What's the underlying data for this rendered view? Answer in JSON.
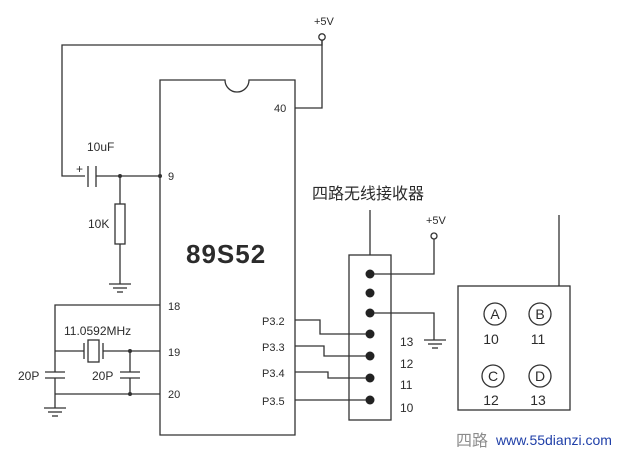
{
  "supply": {
    "top": "+5V",
    "receiver": "+5V"
  },
  "chip": {
    "name": "89S52",
    "pins": {
      "p40": "40",
      "p9": "9",
      "p18": "18",
      "p19": "19",
      "p20": "20",
      "p32": "P3.2",
      "p33": "P3.3",
      "p34": "P3.4",
      "p35": "P3.5"
    }
  },
  "components": {
    "cap_reset": "10uF",
    "cap_polarity": "+",
    "res_reset": "10K",
    "crystal": "11.0592MHz",
    "cap_left": "20P",
    "cap_right": "20P"
  },
  "receiver": {
    "title": "四路无线接收器",
    "pins": [
      "13",
      "12",
      "11",
      "10"
    ]
  },
  "remote": {
    "buttons": [
      {
        "letter": "A",
        "num": "10"
      },
      {
        "letter": "B",
        "num": "11"
      },
      {
        "letter": "C",
        "num": "12"
      },
      {
        "letter": "D",
        "num": "13"
      }
    ],
    "caption": "四路"
  },
  "watermark": "www.55dianzi.com"
}
